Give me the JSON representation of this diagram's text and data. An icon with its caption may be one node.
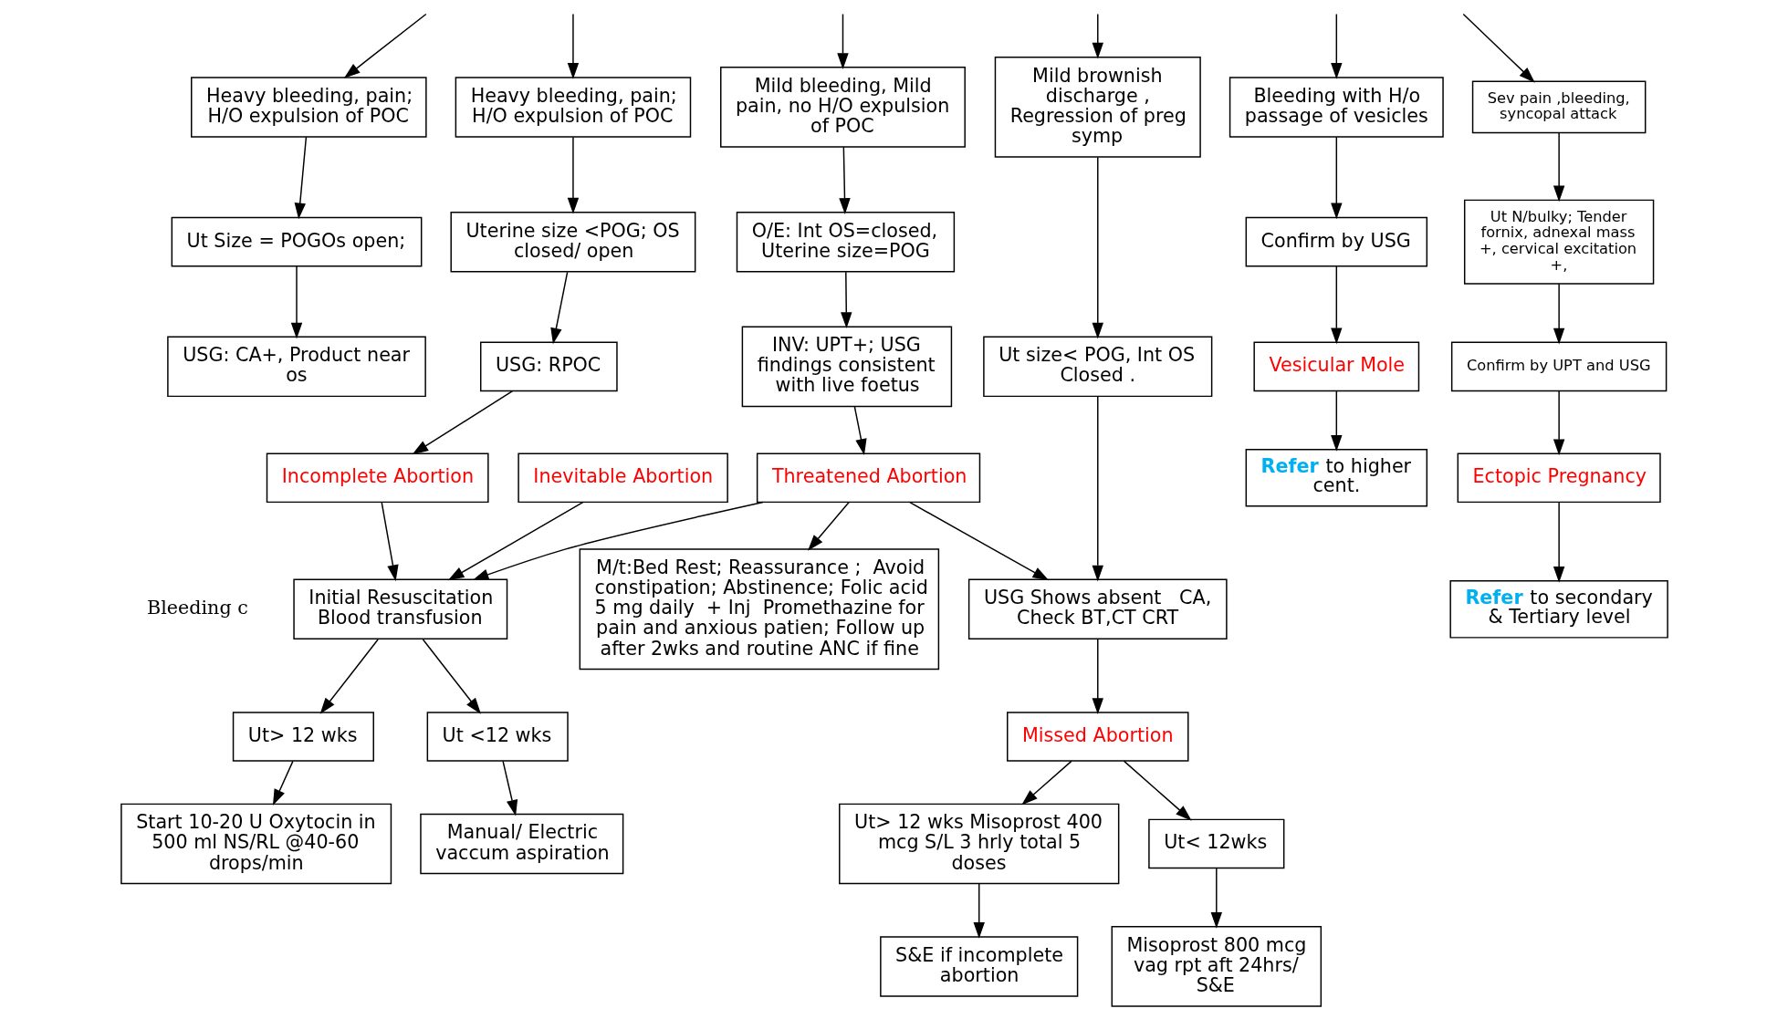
{
  "diagram": {
    "nodes": [
      {
        "text": [
          "Heavy bleeding, pain; H/O expulsion of POC"
        ]
      },
      {
        "text": [
          "Ut Size = POGOs open;"
        ]
      },
      {
        "text": [
          "USG: CA+, Product near os"
        ]
      },
      {
        "text": [
          "Inevitable Abortion"
        ]
      },
      {
        "text": [
          "Heavy bleeding, pain; H/O expulsion of POC"
        ]
      },
      {
        "text": [
          "Uterine size <POG; OS closed/ open"
        ]
      },
      {
        "text": [
          "USG: RPOC"
        ]
      },
      {
        "text": [
          "Incomplete Abortion"
        ]
      },
      {
        "text": [
          "Initial Resuscitation Blood transfusion"
        ]
      },
      {
        "text": [
          "Ut <12 wks"
        ]
      },
      {
        "text": [
          "Ut> 12 wks"
        ]
      },
      {
        "text": [
          "Manual/ Electric vaccum aspiration"
        ]
      },
      {
        "text": [
          "Start 10-20 U Oxytocin in 500 ml NS/RL @40-60 drops/min"
        ]
      },
      {
        "text": [
          "Mild bleeding, Mild pain, no H/O expulsion of POC"
        ]
      },
      {
        "text": [
          "O/E: Int OS=closed, Uterine size=POG"
        ]
      },
      {
        "text": [
          "INV: UPT+; USG findings consistent with live foetus"
        ]
      },
      {
        "text": [
          "Threatened Abortion"
        ]
      },
      {
        "text": [
          "M/t:Bed Rest; Reassurance ;  Avoid constipation; Abstinence; Folic acid 5 mg daily  + Inj  Promethazine for pain and anxious patien; Follow up after 2wks and routine ANC if fine"
        ]
      },
      {
        "text": [
          "Mild brownish discharge ,  Regression of preg symp"
        ]
      },
      {
        "text": [
          "Ut size< POG, Int OS Closed ."
        ]
      },
      {
        "text": [
          "USG Shows absent   CA, Check BT,CT CRT"
        ]
      },
      {
        "text": [
          "Missed Abortion"
        ]
      },
      {
        "text": [
          "Ut> 12 wks Misoprost 400 mcg S/L 3 hrly total 5 doses"
        ]
      },
      {
        "text": [
          "Ut< 12wks"
        ]
      },
      {
        "text": [
          "Misoprost 800 mcg vag rpt aft 24hrs/ S&E"
        ]
      },
      {
        "text": [
          "S&E if incomplete abortion"
        ]
      },
      {
        "text": [
          "Bleeding with H/o passage of vesicles"
        ]
      },
      {
        "text": [
          "Confirm by USG"
        ]
      },
      {
        "text": [
          "Vesicular Mole"
        ]
      },
      {
        "text": [
          "**Refer** to higher cent."
        ]
      },
      {
        "text": [
          "Sev pain ,bleeding, syncopal attack"
        ]
      },
      {
        "text": [
          "Ut N/bulky; Tender fornix, adnexal mass +, cervical excitation +,"
        ]
      },
      {
        "text": [
          "Confirm by UPT and USG"
        ]
      },
      {
        "text": [
          "Ectopic Pregnancy"
        ]
      },
      {
        "text": [
          "**Refer** to secondary & Tertiary level"
        ]
      }
    ],
    "edges": [
      {
        "from": null,
        "to": 0,
        "arrow": "to"
      },
      {
        "from": null,
        "to": 4,
        "arrow": "to"
      },
      {
        "from": null,
        "to": 13,
        "arrow": "to"
      },
      {
        "from": null,
        "to": 18,
        "arrow": "to"
      },
      {
        "from": null,
        "to": 26,
        "arrow": "to"
      },
      {
        "from": null,
        "to": 30,
        "arrow": "to"
      },
      {
        "from": 0,
        "to": 1,
        "arrow": "to"
      },
      {
        "from": 1,
        "to": 2,
        "arrow": "to"
      },
      {
        "from": 3,
        "to": 8,
        "arrow": "to"
      },
      {
        "from": 4,
        "to": 5,
        "arrow": "to"
      },
      {
        "from": 5,
        "to": 6,
        "arrow": "to"
      },
      {
        "from": 6,
        "to": 7,
        "arrow": "to"
      },
      {
        "from": 7,
        "to": 8,
        "arrow": "to"
      },
      {
        "from": 8,
        "to": 9,
        "arrow": "to"
      },
      {
        "from": 8,
        "to": 10,
        "arrow": "to"
      },
      {
        "from": 9,
        "to": 11,
        "arrow": "to"
      },
      {
        "from": 10,
        "to": 12,
        "arrow": "to"
      },
      {
        "from": 13,
        "to": 14,
        "arrow": "to"
      },
      {
        "from": 14,
        "to": 15,
        "arrow": "to"
      },
      {
        "from": 15,
        "to": 16,
        "arrow": "to"
      },
      {
        "from": 16,
        "to": 8,
        "arrow": "to"
      },
      {
        "from": 16,
        "to": 17,
        "arrow": "to"
      },
      {
        "from": 16,
        "to": 20,
        "arrow": "to"
      },
      {
        "from": 18,
        "to": 19,
        "arrow": "to"
      },
      {
        "from": 19,
        "to": 20,
        "arrow": "to"
      },
      {
        "from": 20,
        "to": 21,
        "arrow": "to"
      },
      {
        "from": 21,
        "to": 22,
        "arrow": "to"
      },
      {
        "from": 21,
        "to": 23,
        "arrow": "to"
      },
      {
        "from": 23,
        "to": 24,
        "arrow": "to"
      },
      {
        "from": 22,
        "to": 25,
        "arrow": "to"
      },
      {
        "from": 26,
        "to": 27,
        "arrow": "to"
      },
      {
        "from": 27,
        "to": 28,
        "arrow": "to"
      },
      {
        "from": 28,
        "to": 29,
        "arrow": "to"
      },
      {
        "from": 30,
        "to": 31,
        "arrow": "to"
      },
      {
        "from": 31,
        "to": 32,
        "arrow": "to"
      },
      {
        "from": 32,
        "to": 33,
        "arrow": "to"
      },
      {
        "from": 33,
        "to": 34,
        "arrow": "to"
      }
    ],
    "labels": [
      "Bleeding c"
    ]
  }
}
